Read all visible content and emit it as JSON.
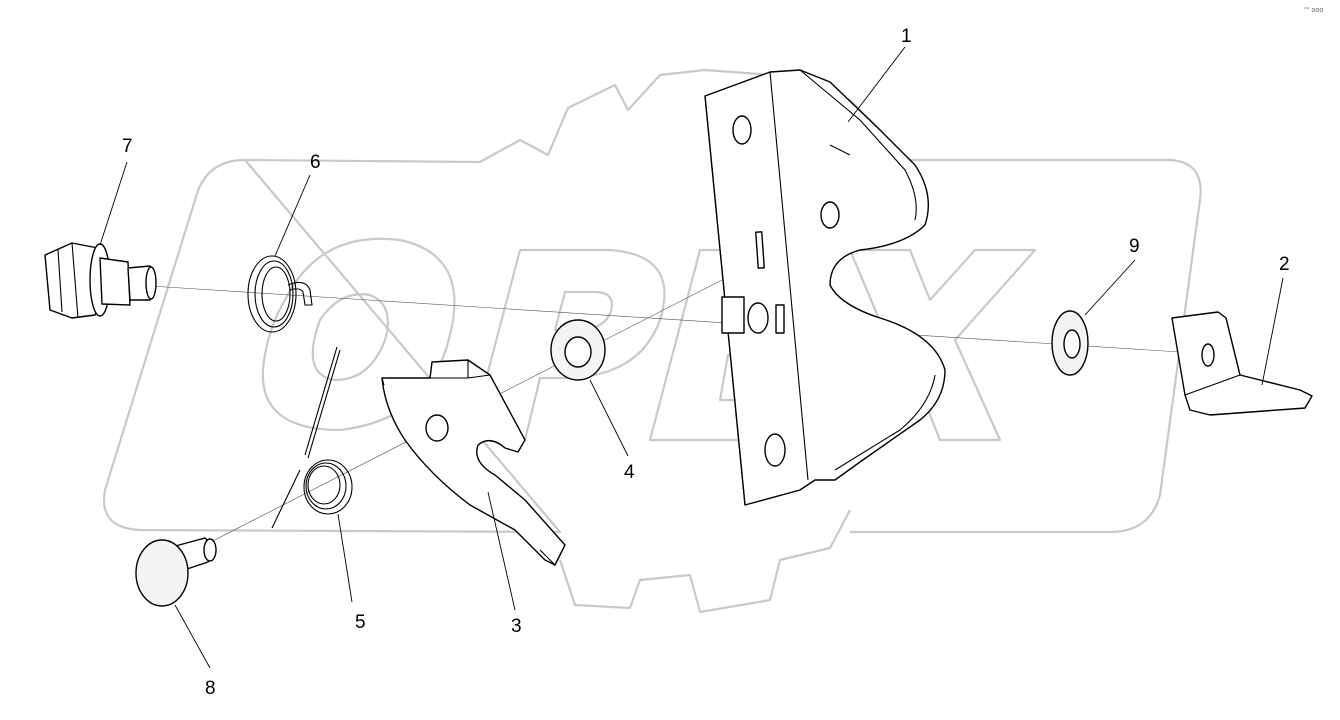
{
  "diagram": {
    "watermark": {
      "text": "OPEX",
      "color": "#c9c9c9"
    },
    "callouts": [
      {
        "id": "1",
        "label": "1"
      },
      {
        "id": "2",
        "label": "2"
      },
      {
        "id": "3",
        "label": "3"
      },
      {
        "id": "4",
        "label": "4"
      },
      {
        "id": "5",
        "label": "5"
      },
      {
        "id": "6",
        "label": "6"
      },
      {
        "id": "7",
        "label": "7"
      },
      {
        "id": "8",
        "label": "8"
      },
      {
        "id": "9",
        "label": "9"
      }
    ],
    "corner_mark": "°° ooo",
    "line_color": "#000000",
    "background": "#ffffff"
  }
}
